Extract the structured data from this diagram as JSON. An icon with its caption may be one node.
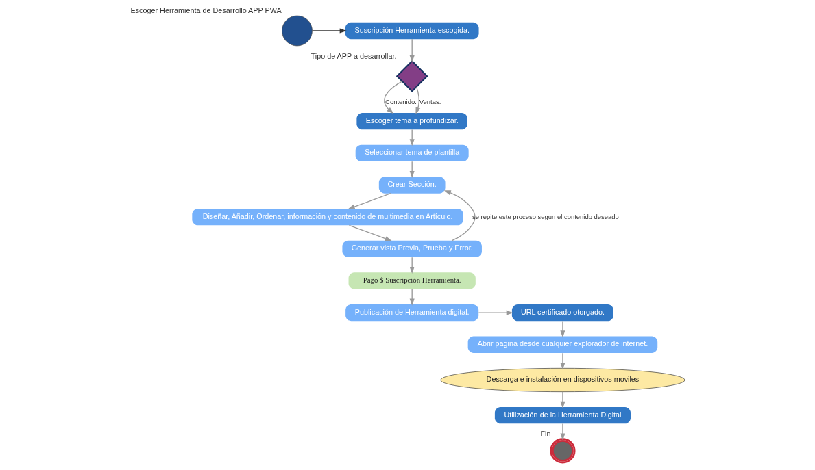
{
  "diagram": {
    "nodes": [
      {
        "text": [
          "Escoger Herramienta de Desarrollo APP PWA"
        ]
      },
      {
        "text": [
          "Suscripción Herramienta escogida."
        ]
      },
      {
        "text": [
          "Tipo de APP a desarrollar."
        ]
      },
      {
        "text": [
          "Escoger tema a profundizar."
        ]
      },
      {
        "text": [
          "Seleccionar tema de plantilla"
        ]
      },
      {
        "text": [
          "Crear Sección."
        ]
      },
      {
        "text": [
          "Diseñar, Añadir, Ordenar, información y contenido de multimedia en Artículo."
        ]
      },
      {
        "text": [
          "Generar vista Previa, Prueba y Error."
        ]
      },
      {
        "text": [
          "Pago $ Suscripción Herramienta."
        ]
      },
      {
        "text": [
          "Publicación de Herramienta digital."
        ]
      },
      {
        "text": [
          "URL certificado otorgado."
        ]
      },
      {
        "text": [
          "Abrir pagina desde cualquier explorador de internet."
        ]
      },
      {
        "text": [
          "Descarga e instalación en dispositivos moviles"
        ]
      },
      {
        "text": [
          "Utilización de la Herramienta Digital"
        ]
      },
      {
        "text": [
          "Fin"
        ]
      }
    ],
    "edges": [
      {
        "from": 0,
        "to": 1,
        "arrow": "to",
        "color": "#333333"
      },
      {
        "from": 1,
        "to": 2,
        "arrow": "to"
      },
      {
        "from": 2,
        "to": 3,
        "label": "Contenido.",
        "arrow": "to"
      },
      {
        "from": 2,
        "to": 3,
        "label": "Ventas.",
        "arrow": "to"
      },
      {
        "from": 3,
        "to": 4,
        "arrow": "to"
      },
      {
        "from": 4,
        "to": 5,
        "arrow": "to"
      },
      {
        "from": 5,
        "to": 6,
        "arrow": "to"
      },
      {
        "from": 6,
        "to": 7,
        "arrow": "to"
      },
      {
        "from": 7,
        "to": 8,
        "arrow": "to"
      },
      {
        "from": 7,
        "to": 5,
        "label": "se repite este proceso segun el contenido deseado",
        "arrow": "to"
      },
      {
        "from": 8,
        "to": 9,
        "arrow": "to"
      },
      {
        "from": 9,
        "to": 10,
        "arrow": "to"
      },
      {
        "from": 10,
        "to": 11,
        "arrow": "to"
      },
      {
        "from": 11,
        "to": 12,
        "arrow": "to"
      },
      {
        "from": 12,
        "to": 13,
        "arrow": "to"
      },
      {
        "from": 13,
        "to": 14,
        "arrow": "to"
      }
    ]
  }
}
